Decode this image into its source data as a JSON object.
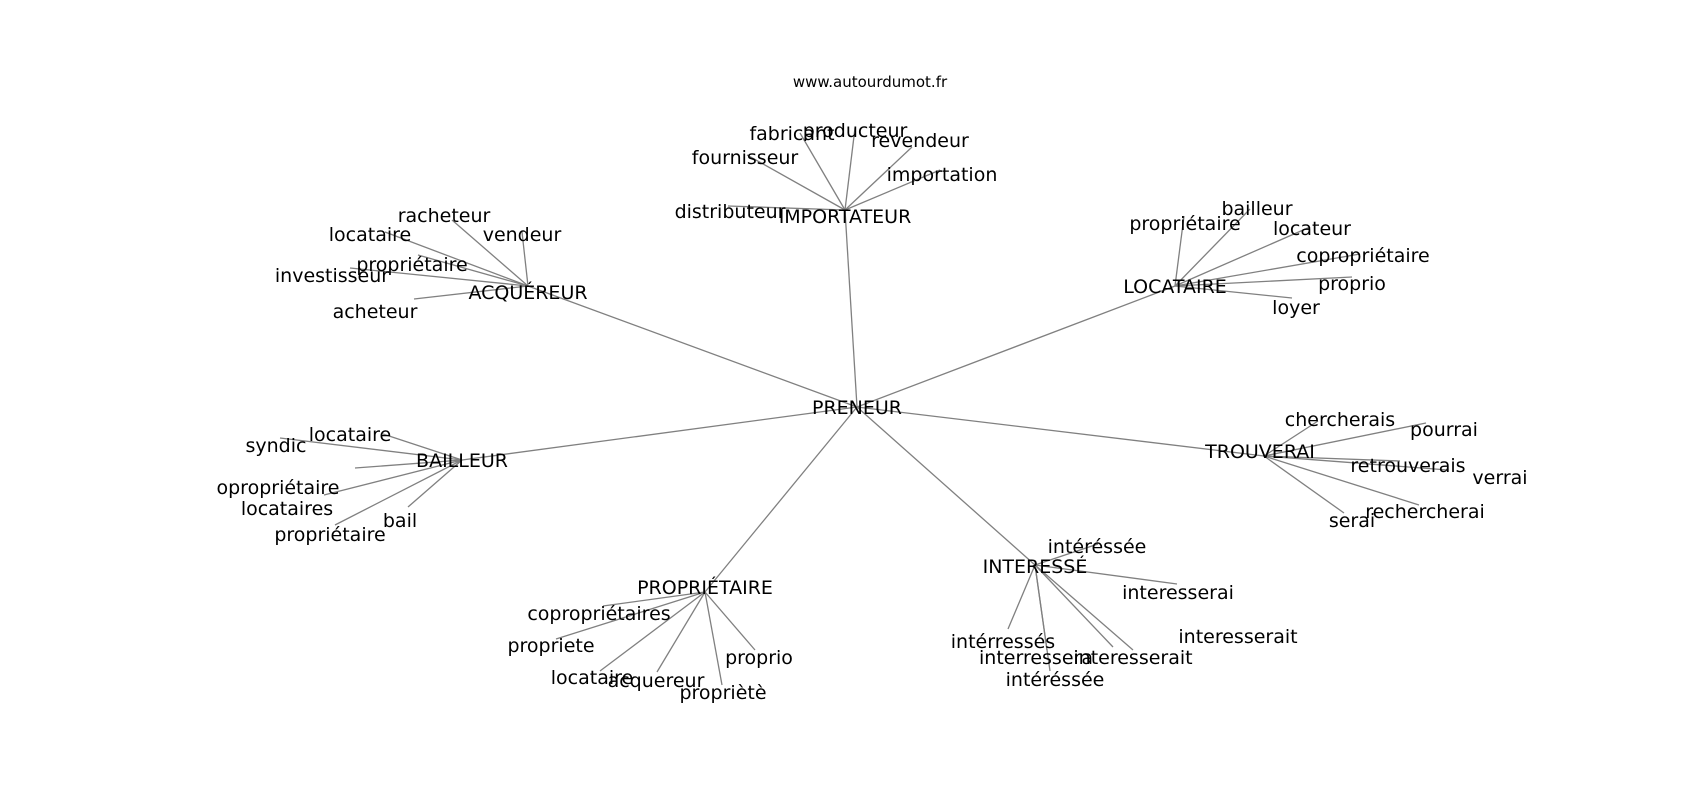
{
  "source": "www.autourdumot.fr",
  "center": "PRENEUR",
  "clusters": [
    {
      "hub": "IMPORTATEUR",
      "leaves": [
        "fabricant",
        "producteur",
        "revendeur",
        "fournisseur",
        "importation",
        "distributeur"
      ]
    },
    {
      "hub": "ACQUÉREUR",
      "leaves": [
        "racheteur",
        "locataire",
        "vendeur",
        "propriétaire",
        "investisseur",
        "acheteur"
      ]
    },
    {
      "hub": "LOCATAIRE",
      "leaves": [
        "bailleur",
        "propriétaire",
        "locateur",
        "copropriétaire",
        "proprio",
        "loyer"
      ]
    },
    {
      "hub": "BAILLEUR",
      "leaves": [
        "locataire",
        "syndic",
        "opropriétaire",
        "locataires",
        "bail",
        "propriétaire"
      ]
    },
    {
      "hub": "TROUVERAI",
      "leaves": [
        "chercherais",
        "pourrai",
        "retrouverais",
        "verrai",
        "rechercherai",
        "serai"
      ]
    },
    {
      "hub": "INTERESSÉ",
      "leaves": [
        "intéréssée",
        "interesserai",
        "interesserait",
        "intérressés",
        "interressera",
        "interesserait",
        "intéréssée"
      ]
    },
    {
      "hub": "PROPRIÉTAIRE",
      "leaves": [
        "copropriétaires",
        "propriete",
        "locataire",
        "acquereur",
        "proprio",
        "propriètè"
      ]
    }
  ]
}
